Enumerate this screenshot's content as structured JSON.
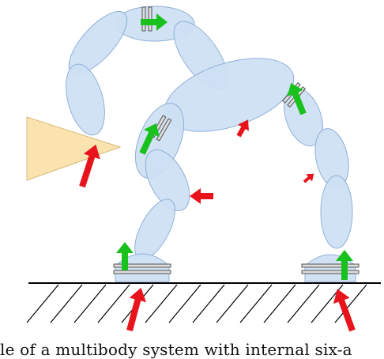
{
  "caption": "xample of a multibody system with internal six-a",
  "colors": {
    "link_fill": "#cddff3",
    "link_stroke": "#8fb0d8",
    "joint_fill": "#dcdcdc",
    "joint_stroke": "#555555",
    "contact_force_arrow": "#e8141b",
    "wrench_arrow": "#19c11d",
    "camera_fov_fill": "#fbe3b0",
    "camera_fov_stroke": "#d9b878",
    "ground": "#000000"
  },
  "icons": {
    "camera_field_of_view": "triangle",
    "contact_force": "red-arrow",
    "internal_wrench": "green-arrow",
    "six_axis_sensor": "sensor-plate",
    "ground": "hatched-line"
  }
}
